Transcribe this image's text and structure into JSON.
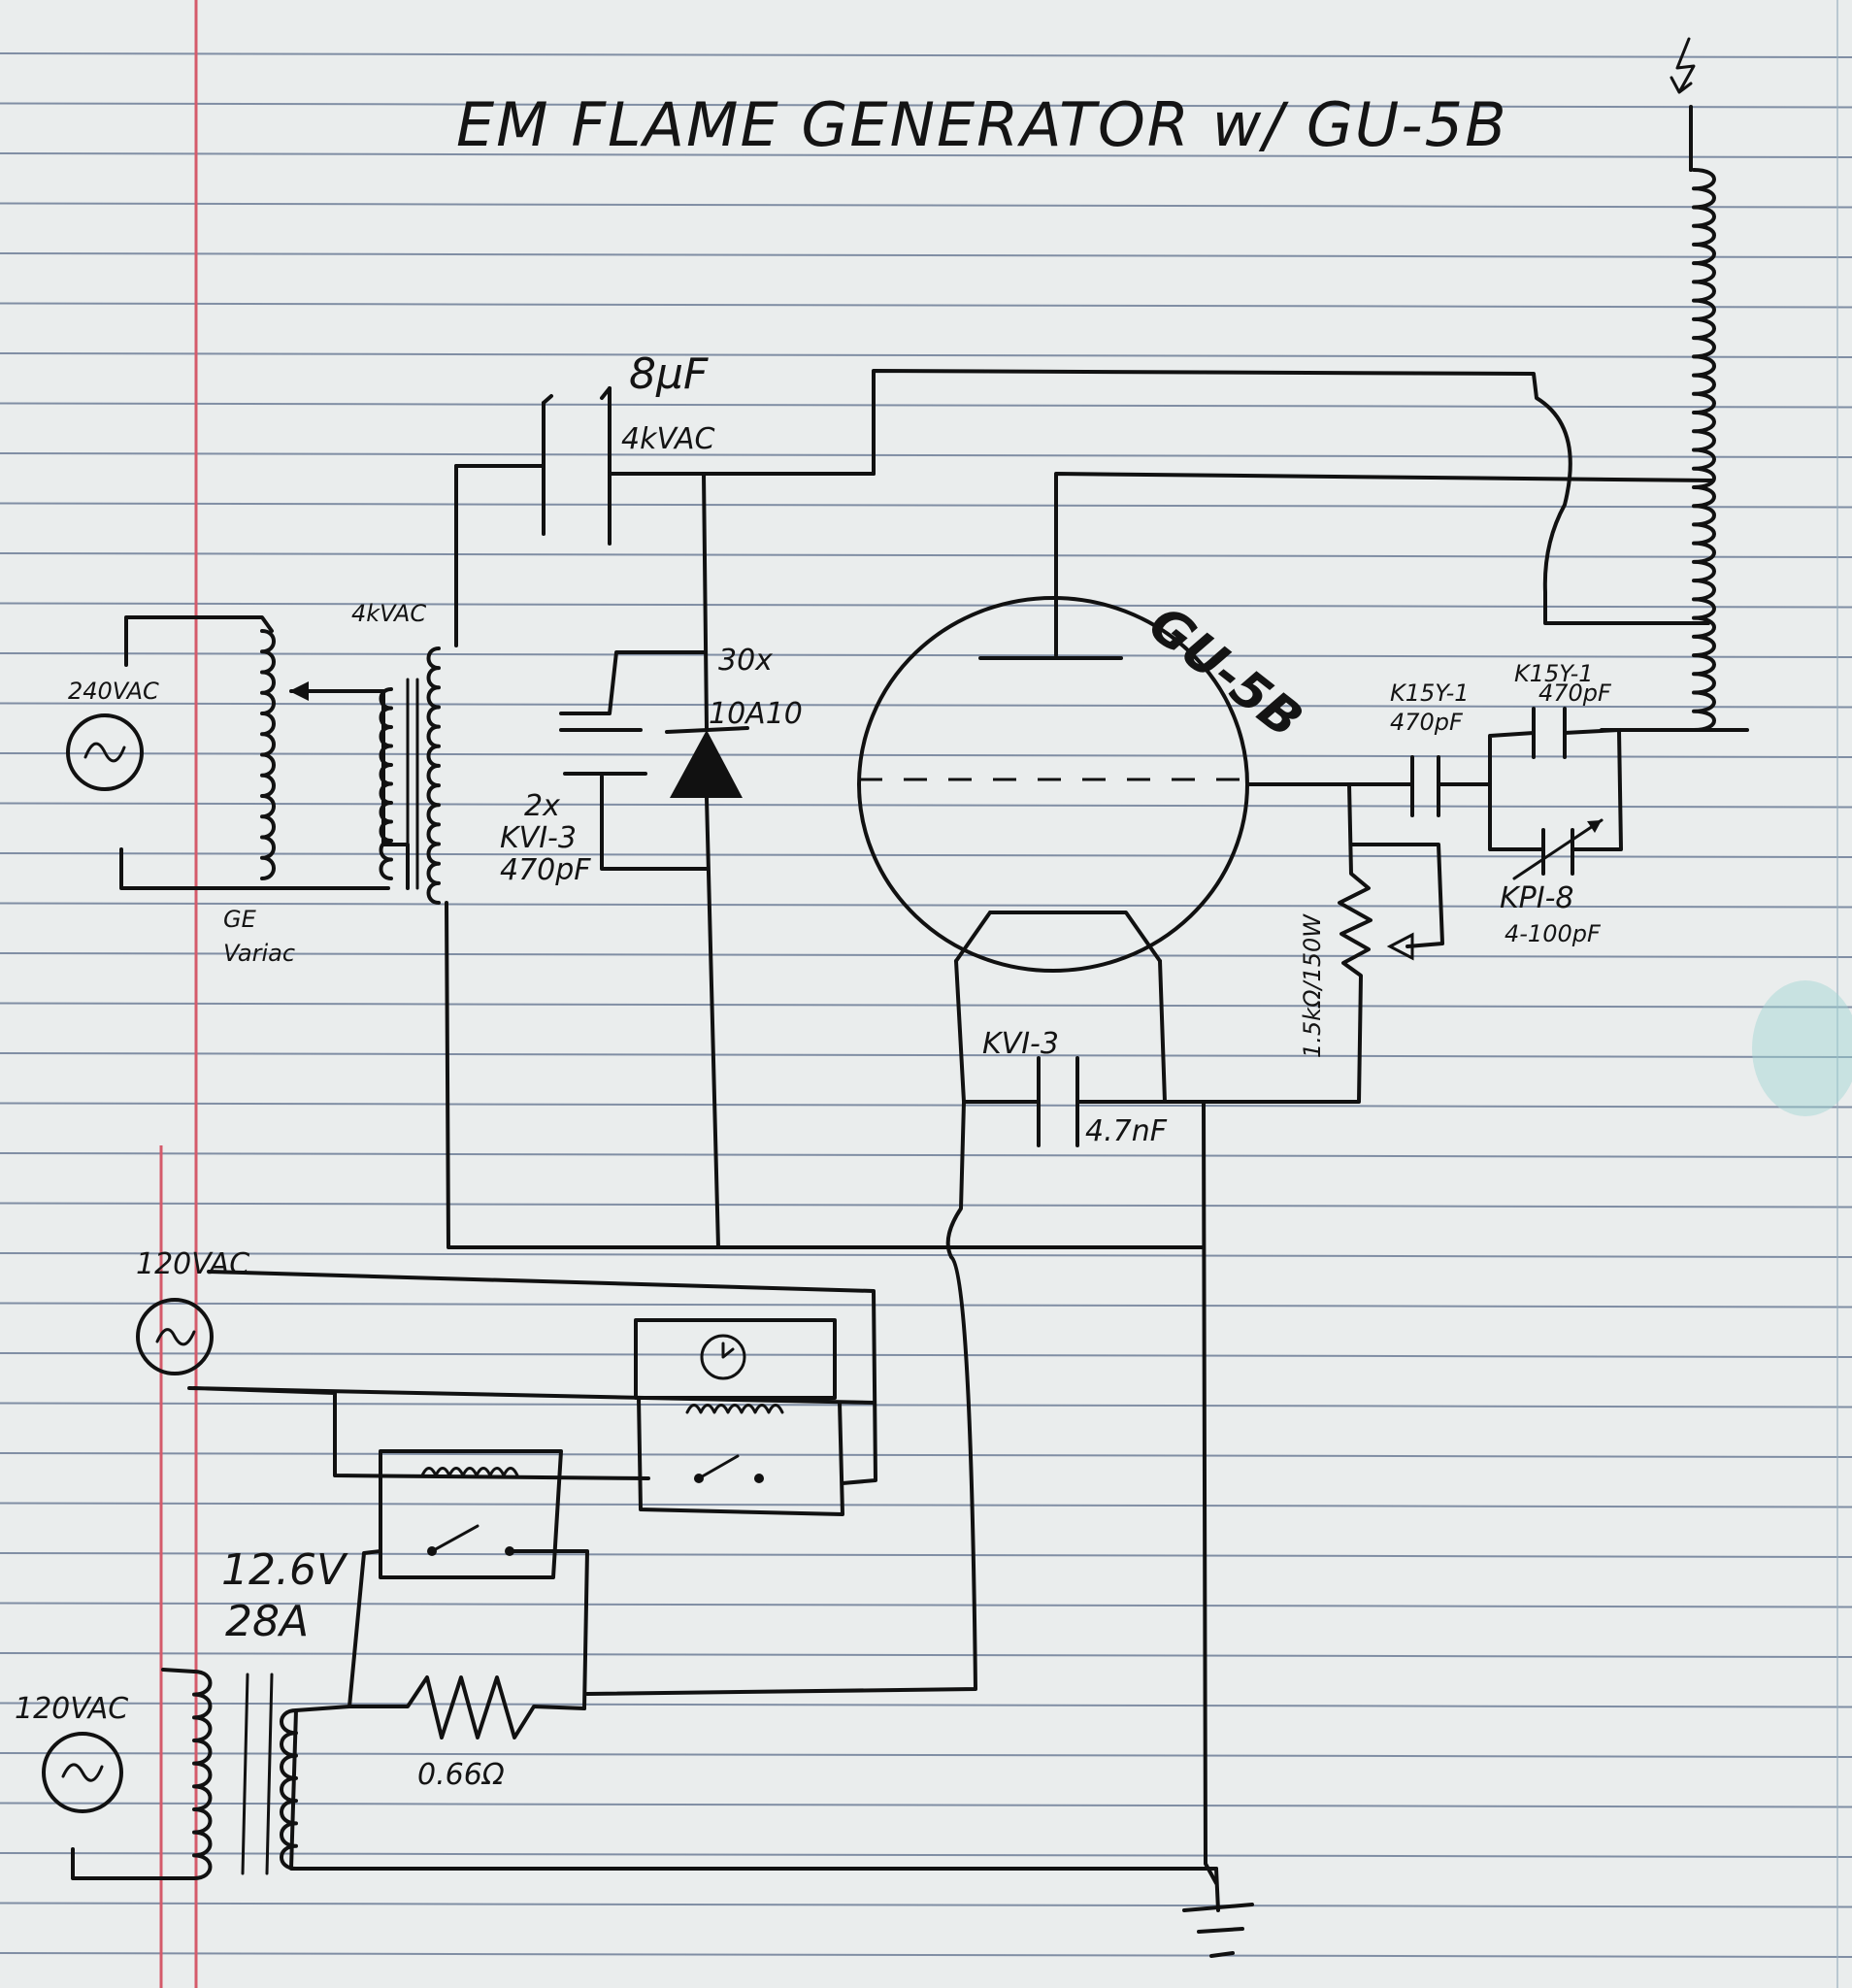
{
  "title": "EM FLAME GENERATOR w/ GU-5B",
  "labels": {
    "tube": "GU-5B",
    "cap_main_value": "8µF",
    "cap_main_rating": "4kVAC",
    "hv_transformer": "4kVAC",
    "source_240": "240VAC",
    "variac_line1": "GE",
    "variac_line2": "Variac",
    "diode_line1": "30x",
    "diode_line2": "10A10",
    "caps_2x_line1": "2x",
    "caps_2x_line2": "KVI-3",
    "caps_2x_line3": "470pF",
    "k15_left_line1": "K15Y-1",
    "k15_left_line2": "470pF",
    "k15_right_line1": "K15Y-1",
    "k15_right_line2": "470pF",
    "kpi_line1": "KPI-8",
    "kpi_line2": "4-100pF",
    "grid_resistor": "1.5kΩ/150W",
    "kvi_filament_line1": "KVI-3",
    "kvi_filament_line2": "4.7nF",
    "source_120_top": "120VAC",
    "filament_v": "12.6V",
    "filament_a": "28A",
    "source_120_bottom": "120VAC",
    "series_resistor": "0.66Ω"
  }
}
